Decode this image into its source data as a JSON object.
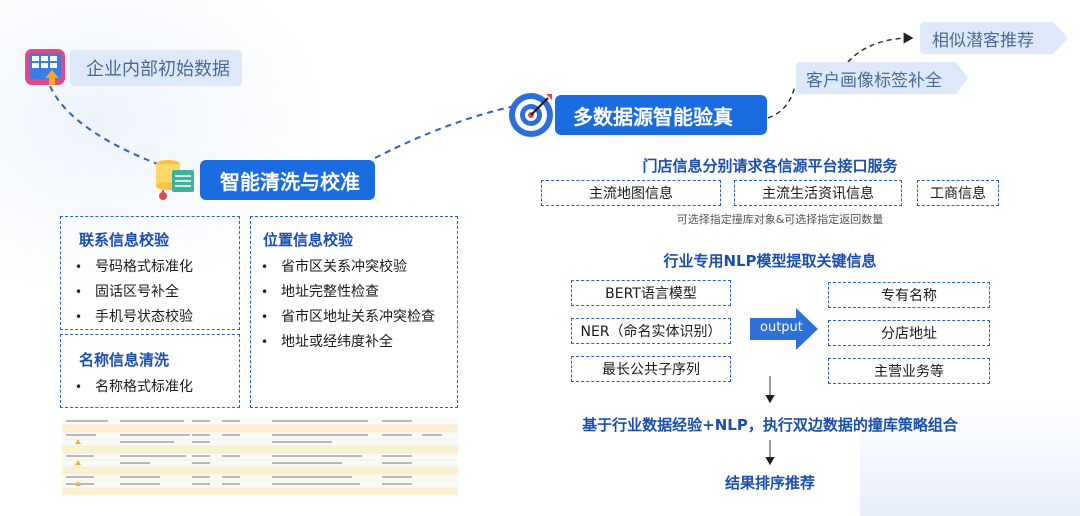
{
  "nodes": {
    "internal_data": "企业内部初始数据",
    "cleaning": "智能清洗与校准",
    "verification": "多数据源智能验真",
    "profile_tags": "客户画像标签补全",
    "similar_customers": "相似潜客推荐"
  },
  "contact_section": {
    "title": "联系信息校验",
    "items": [
      "号码格式标准化",
      "固话区号补全",
      "手机号状态校验"
    ]
  },
  "name_section": {
    "title": "名称信息清洗",
    "items": [
      "名称格式标准化"
    ]
  },
  "location_section": {
    "title": "位置信息校验",
    "items": [
      "省市区关系冲突校验",
      "地址完整性检查",
      "省市区地址关系冲突检查",
      "地址或经纬度补全"
    ]
  },
  "sources": {
    "title": "门店信息分别请求各信源平台接口服务",
    "items": [
      "主流地图信息",
      "主流生活资讯信息",
      "工商信息"
    ],
    "note": "可选择指定撞库对象&可选择指定返回数量"
  },
  "nlp": {
    "title": "行业专用NLP模型提取关键信息",
    "models": [
      "BERT语言模型",
      "NER（命名实体识别）",
      "最长公共子序列"
    ],
    "arrow_label": "output",
    "outputs": [
      "专有名称",
      "分店地址",
      "主营业务等"
    ]
  },
  "strategy": "基于行业数据经验+NLP，执行双边数据的撞库策略组合",
  "result": "结果排序推荐",
  "colors": {
    "primary": "#1b6ce0",
    "dashed": "#2d62b8",
    "light_pill": "#dde9f8",
    "output_arrow": "#2f6fd8"
  },
  "icons": [
    "spreadsheet-upload-icon",
    "database-icon",
    "target-icon"
  ]
}
